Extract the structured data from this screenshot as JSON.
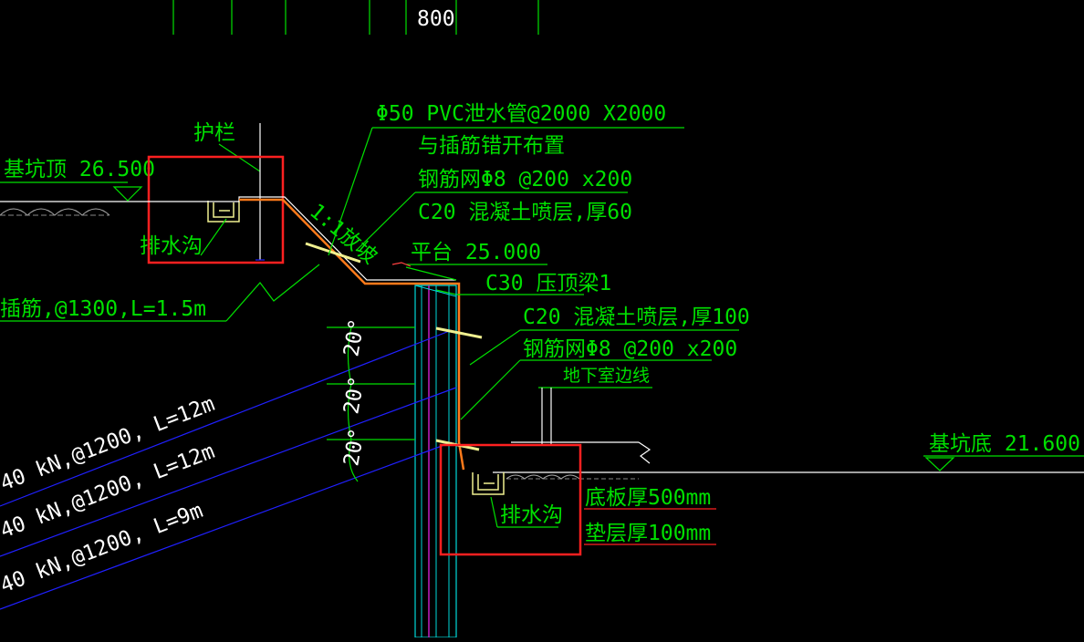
{
  "top_dimension": "800",
  "labels": {
    "guardrail": "护栏",
    "pit_top": "基坑顶 26.500",
    "drain_left": "排水沟",
    "pvc_pipe": "Φ50 PVC泄水管@2000 X2000",
    "stagger": "与插筋错开布置",
    "mesh_upper": "钢筋网Φ8 @200 x200",
    "shotcrete_60": "C20 混凝土喷层,厚60",
    "slope_ratio": "1:1放坡",
    "platform": "平台 25.000",
    "cap_beam": "C30 压顶梁1",
    "dowel": "插筋,@1300,L=1.5m",
    "shotcrete_100": "C20 混凝土喷层,厚100",
    "mesh_lower": "钢筋网Φ8 @200 x200",
    "basement_line": "地下室边线",
    "pit_bottom": "基坑底 21.600",
    "drain_right": "排水沟",
    "slab_thickness": "底板厚500mm",
    "cushion_thickness": "垫层厚100mm"
  },
  "angles": [
    "20°",
    "20°",
    "20°"
  ],
  "anchors": [
    "40 kN,@1200, L=12m",
    "40 kN,@1200, L=12m",
    "40 kN,@1200, L=9m"
  ],
  "colors": {
    "background": "#000000",
    "leader": "#00e000",
    "outline": "#ffffff",
    "highlight": "#ff2020",
    "profile": "#ff7a1a",
    "anchor": "#2020ff",
    "pile_cyan": "#00d8d8",
    "pile_magenta": "#d020d0",
    "detail_yellow": "#f0f090",
    "dim_red": "#ff2020"
  }
}
